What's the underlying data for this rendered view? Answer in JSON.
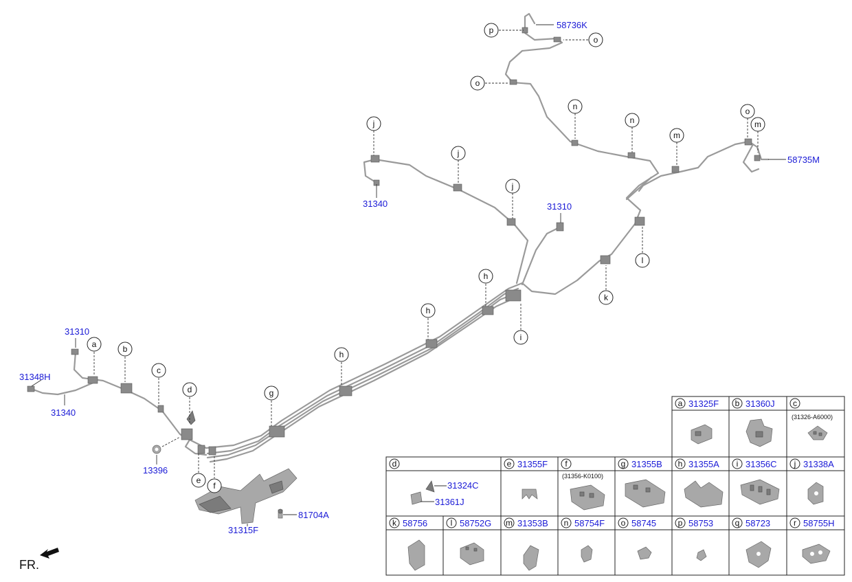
{
  "pipe_parts": {
    "p58736K": "58736K",
    "p58735M": "58735M",
    "p31340_top": "31340",
    "p31310_right": "31310",
    "p31310_left": "31310",
    "p31348H": "31348H",
    "p31340_left": "31340",
    "p13396": "13396",
    "p31315F": "31315F",
    "p81704A": "81704A",
    "p31324C": "31324C",
    "p31361J": "31361J"
  },
  "callouts": {
    "p": "p",
    "o": "o",
    "n": "n",
    "m": "m",
    "j": "j",
    "l": "l",
    "k": "k",
    "i": "i",
    "h": "h",
    "g": "g",
    "a": "a",
    "b": "b",
    "c": "c",
    "d": "d",
    "e": "e",
    "f": "f"
  },
  "direction_label": "FR.",
  "legend": {
    "top_row": [
      {
        "letter": "a",
        "part": "31325F"
      },
      {
        "letter": "b",
        "part": "31360J"
      },
      {
        "letter": "c",
        "part": "",
        "note": "(31326-A6000)"
      }
    ],
    "mid_row": [
      {
        "letter": "d",
        "part": ""
      },
      {
        "letter": "e",
        "part": "31355F"
      },
      {
        "letter": "f",
        "part": "",
        "note": "(31356-K0100)"
      },
      {
        "letter": "g",
        "part": "31355B"
      },
      {
        "letter": "h",
        "part": "31355A"
      },
      {
        "letter": "i",
        "part": "31356C"
      },
      {
        "letter": "j",
        "part": "31338A"
      }
    ],
    "bottom_row": [
      {
        "letter": "k",
        "part": "58756"
      },
      {
        "letter": "l",
        "part": "58752G"
      },
      {
        "letter": "m",
        "part": "31353B"
      },
      {
        "letter": "n",
        "part": "58754F"
      },
      {
        "letter": "o",
        "part": "58745"
      },
      {
        "letter": "p",
        "part": "58753"
      },
      {
        "letter": "q",
        "part": "58723"
      },
      {
        "letter": "r",
        "part": "58755H"
      }
    ]
  }
}
